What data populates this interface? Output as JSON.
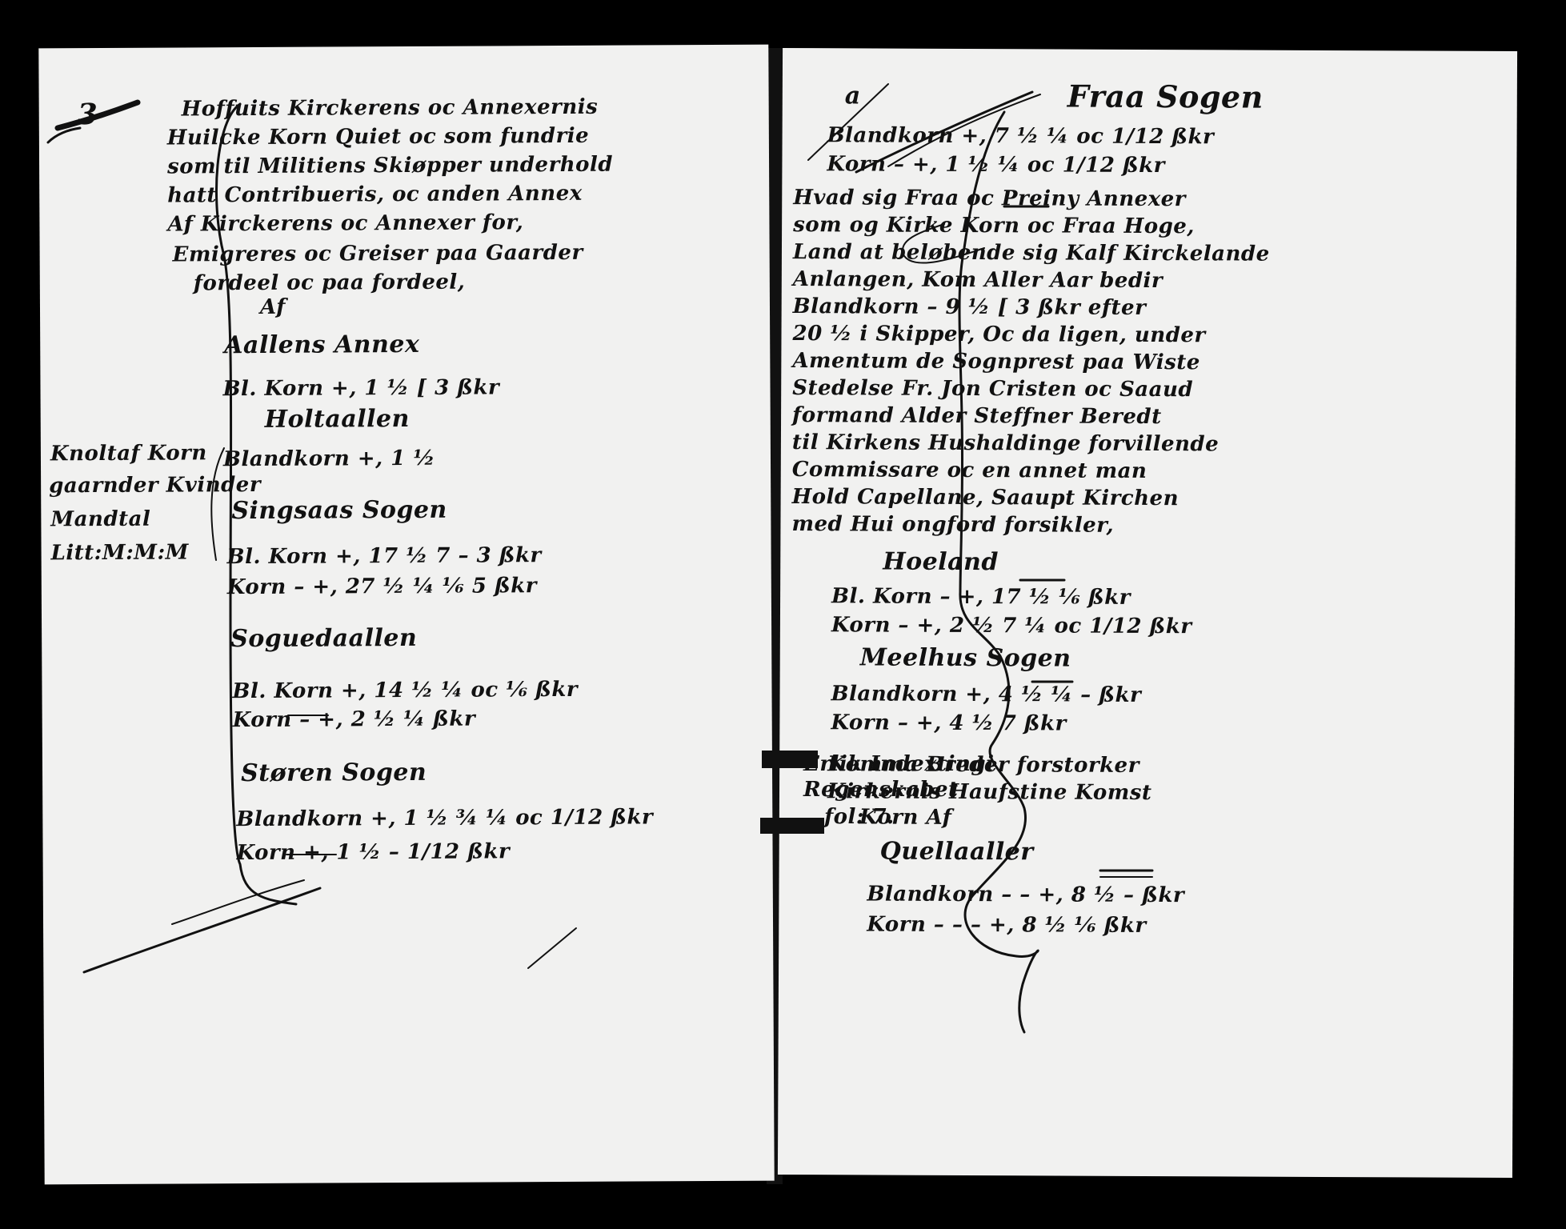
{
  "left_page": {
    "folio": "3",
    "intro_lines": [
      "Hoffuits Kirckerens oc Annexernis",
      "Huilcke Korn Quiet oc som fundrie",
      "som til Militiens Skiøpper underhold",
      "hatt Contribueris, oc anden Annex",
      "Af Kirckerens oc Annexer for,",
      "Emigreres oc Greiser paa Gaarder",
      "fordeel oc paa fordeel,"
    ],
    "of_word": "Af",
    "sections": [
      {
        "heading": "Aallens Annex",
        "lines": [
          "Bl. Korn  +, 1 ½ [ 3 ßkr"
        ]
      },
      {
        "heading": "Holtaallen",
        "lines": [
          "Blandkorn  +, 1 ½"
        ]
      },
      {
        "heading": "Singsaas Sogen",
        "lines": [
          "Bl. Korn  +, 17 ½ 7 – 3 ßkr",
          "Korn  –  +, 27 ½ ¼ ⅙ 5 ßkr"
        ]
      },
      {
        "heading": "Soguedaallen",
        "lines": [
          "Bl. Korn  +, 14 ½ ¼ oc ⅙ ßkr",
          "Korn  – +, 2 ½ ¼ ßkr"
        ]
      },
      {
        "heading": "Støren Sogen",
        "lines": [
          "Blandkorn  +, 1 ½ ¾ ¼ oc 1/12 ßkr",
          "Korn  +, 1 ½ – 1/12 ßkr"
        ]
      }
    ],
    "margin_note": [
      "Knoltaf Korn",
      "gaarnder Kvinder",
      "Mandtal",
      "Litt:M:M:M"
    ]
  },
  "right_page": {
    "corner_mark": "a",
    "title": "Fraa Sogen",
    "intro_lines": [
      "Blandkorn  +, 7 ½ ¼ oc 1/12 ßkr",
      "Korn  –  +, 1 ½ ¼ oc 1/12 ßkr"
    ],
    "paragraph": [
      "Hvad sig Fraa oc Preiny Annexer",
      "som og Kirke Korn oc Fraa Hoge,",
      "Land at beløbende sig Kalf Kirckelande",
      "Anlangen, Kom Aller Aar bedir",
      "Blandkorn – 9 ½ [ 3 ßkr efter",
      "20 ½ i Skipper, Oc da ligen, under",
      "Amentum de Sognprest paa Wiste",
      "Stedelse Fr. Jon Cristen oc Saaud",
      "formand Alder Steffner Beredt",
      "til Kirkens Hushaldinge forvillende",
      "Commissare oc en annet man",
      "Hold Capellane, Saaupt Kirchen",
      "med Hui ongford forsikler,"
    ],
    "sections": [
      {
        "heading": "Hoeland",
        "lines": [
          "Bl. Korn  –  +, 17 ½ ⅙ ßkr",
          "Korn  –  +, 2 ½ 7 ¼ oc 1/12 ßkr"
        ]
      },
      {
        "heading": "Meelhus Sogen",
        "lines": [
          "Blandkorn  +, 4 ½ ¼ – ßkr",
          "Korn  –  +, 4 ½ 7 ßkr"
        ]
      }
    ],
    "closing_lines": [
      "Komma Breder forstorker",
      "Kirkernis Haufstine Komst",
      "Korn Af"
    ],
    "last_heading": "Quellaaller",
    "last_lines": [
      "Blandkorn  –  –  +, 8 ½ – ßkr",
      "Korn  –  –  –  +, 8 ½ ⅙ ßkr"
    ],
    "margin_note": [
      "Erlik Indextingi",
      "Regenskabet",
      "fol: 7."
    ]
  }
}
